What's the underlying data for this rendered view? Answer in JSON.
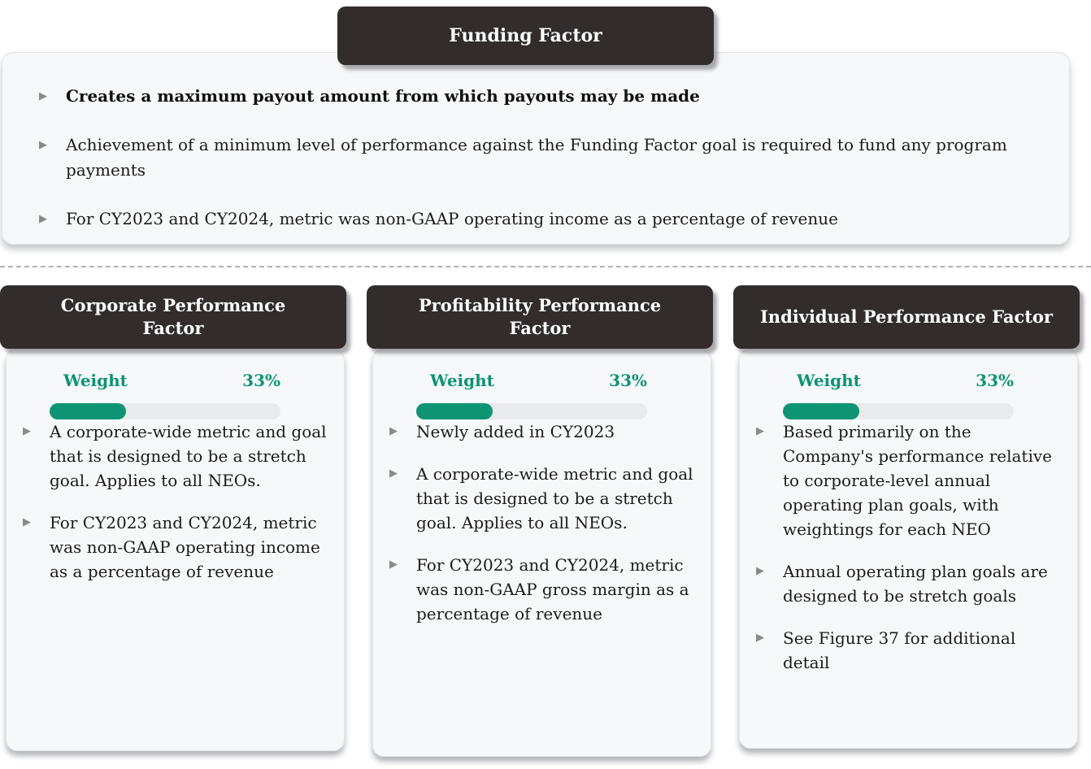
{
  "colors": {
    "accent_green": "#0e9473",
    "header_bg": "#322c2d",
    "header_text": "#ffffff",
    "panel_bg": "#f7f8fa",
    "track_gray": "#e9eaec",
    "bullet_marker": "#8a8a8a",
    "body_text": "#1b1b1b",
    "divider": "#aeb2b7"
  },
  "funding": {
    "title": "Funding Factor",
    "bullets": [
      {
        "text": "Creates a maximum payout amount from which payouts may be made",
        "emphasis": "bold"
      },
      {
        "text": "Achievement of a minimum level of performance against the Funding Factor goal is required to fund any program payments",
        "emphasis": "normal"
      },
      {
        "text": "For CY2023 and CY2024, metric was non-GAAP operating income as a percentage of revenue",
        "emphasis": "normal"
      }
    ]
  },
  "factors": [
    {
      "title": "Corporate Performance Factor",
      "weight_label": "Weight",
      "weight_value": "33%",
      "weight_percent": 33,
      "bullets": [
        "A corporate-wide metric and goal that is designed to be a stretch goal. Applies to all NEOs.",
        "For CY2023 and CY2024, metric was non-GAAP operating income as a percentage of revenue"
      ]
    },
    {
      "title": "Profitability Performance Factor",
      "weight_label": "Weight",
      "weight_value": "33%",
      "weight_percent": 33,
      "bullets": [
        "Newly added in CY2023",
        "A corporate-wide metric and goal that is designed to be a stretch goal. Applies to all NEOs.",
        "For CY2023 and CY2024, metric was non-GAAP gross margin as a percentage of revenue"
      ]
    },
    {
      "title": "Individual Performance Factor",
      "weight_label": "Weight",
      "weight_value": "33%",
      "weight_percent": 33,
      "bullets": [
        "Based primarily on the Company's performance relative to corporate-level annual operating plan goals, with weightings for each NEO",
        "Annual operating plan goals are designed to be stretch goals",
        "See Figure 37 for additional detail"
      ]
    }
  ]
}
